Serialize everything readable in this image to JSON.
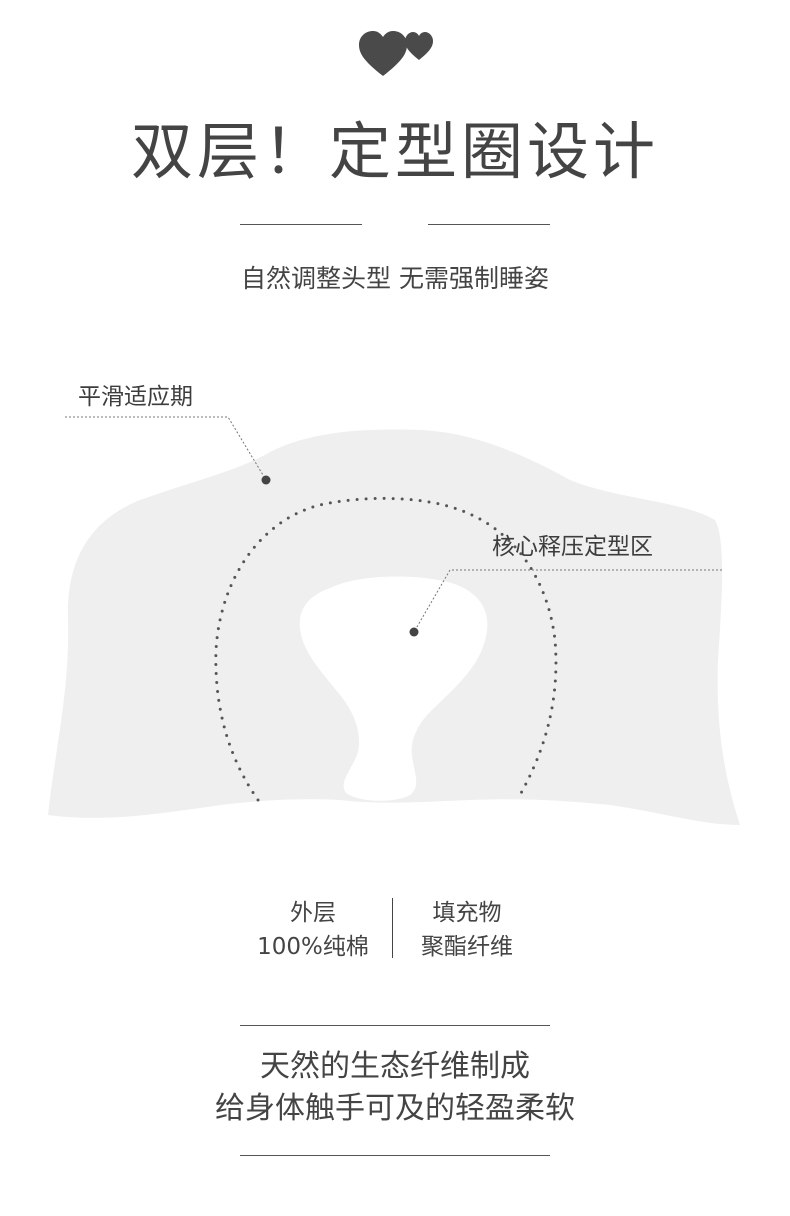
{
  "header": {
    "icon": "hearts-icon",
    "title": "双层！定型圈设计",
    "subtitle": "自然调整头型  无需强制睡姿"
  },
  "diagram": {
    "label_outer": "平滑适应期",
    "label_core": "核心释压定型区"
  },
  "materials": {
    "outer": {
      "label": "外层",
      "value": "100%纯棉"
    },
    "filling": {
      "label": "填充物",
      "value": "聚酯纤维"
    }
  },
  "tagline": {
    "line1": "天然的生态纤维制成",
    "line2": "给身体触手可及的轻盈柔软"
  },
  "colors": {
    "text": "#3a3a3a",
    "pillow": "#efefef",
    "accent": "#555555"
  }
}
